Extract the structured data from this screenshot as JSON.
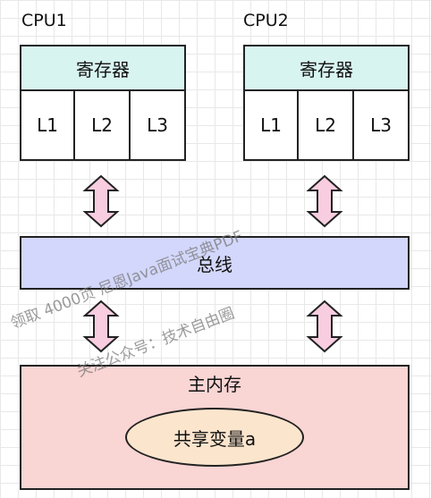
{
  "cpus": [
    {
      "label": "CPU1",
      "registers": "寄存器",
      "caches": [
        "L1",
        "L2",
        "L3"
      ]
    },
    {
      "label": "CPU2",
      "registers": "寄存器",
      "caches": [
        "L1",
        "L2",
        "L3"
      ]
    }
  ],
  "bus": {
    "label": "总线"
  },
  "memory": {
    "label": "主内存",
    "shared_variable": "共享变量a"
  },
  "watermarks": [
    "领取 4000页 尼恩Java面试宝典PDF",
    "关注公众号：技术自由圈"
  ],
  "colors": {
    "registers": "#d8f4f1",
    "bus": "#d3d7fb",
    "memory": "#f9d5d4",
    "shared_variable": "#fbe5cd",
    "arrow_fill": "#f8cde0"
  }
}
